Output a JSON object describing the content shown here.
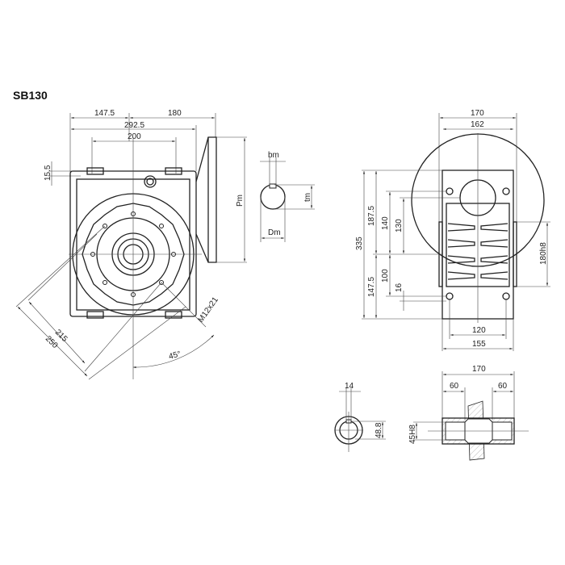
{
  "title": "SB130",
  "front_view": {
    "dims": {
      "left_width": "147.5",
      "right_width": "180",
      "overall_width": "292.5",
      "foot_spacing": "200",
      "foot_height": "15.5",
      "flange_pitch": "Pm",
      "diag_215": "215",
      "diag_250": "250",
      "thread": "M12x21",
      "angle": "45°"
    }
  },
  "shaft_key_detail": {
    "key_width": "bm",
    "key_height": "tm",
    "diameter": "Dm"
  },
  "side_view": {
    "dims": {
      "top_outer": "170",
      "top_inner": "162",
      "total_height": "335",
      "upper_height": "187.5",
      "dim_140": "140",
      "dim_130": "130",
      "lower_height": "147.5",
      "dim_100": "100",
      "dim_16": "16",
      "spigot": "180h8",
      "hole_spacing": "120",
      "base_width": "155"
    }
  },
  "hollow_shaft_key": {
    "key_width": "14",
    "key_depth": "48.8"
  },
  "hollow_shaft_section": {
    "length": "170",
    "left_bore": "60",
    "right_bore": "60",
    "bore": "45H8"
  }
}
